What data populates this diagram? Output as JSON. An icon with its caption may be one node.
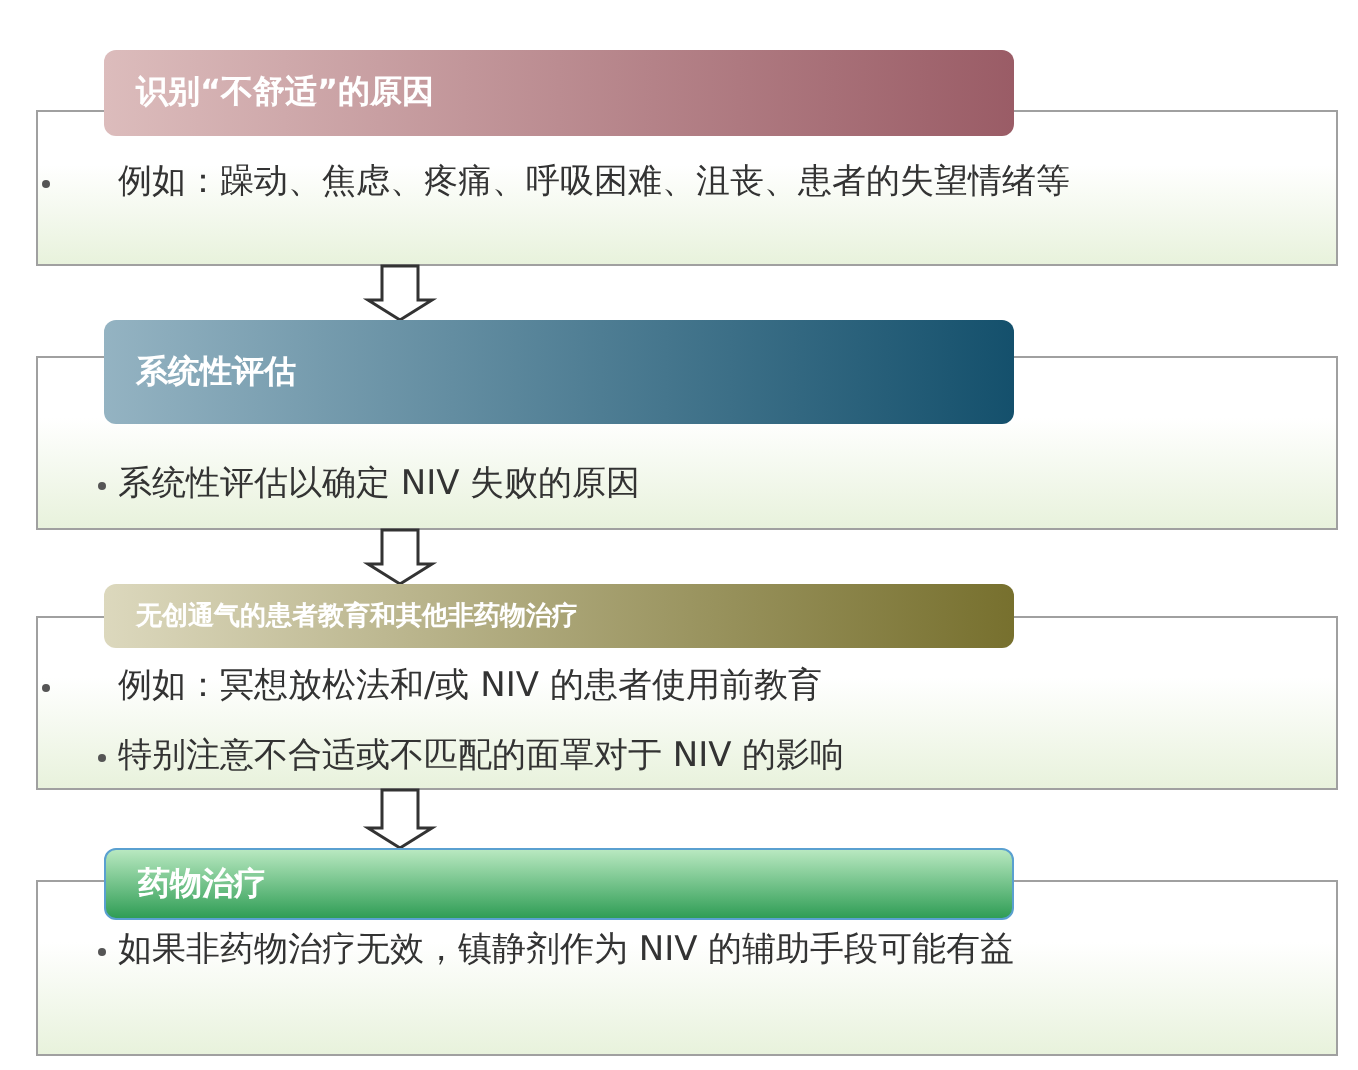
{
  "diagram": {
    "nodes": [
      {
        "text": [
          "识别“不舒适”的原因"
        ]
      },
      {
        "text": [
          "例如：躁动、焦虑、疼痛、呼吸困难、沮丧、患者的失望情绪等"
        ]
      },
      {
        "text": [
          "系统性评估"
        ]
      },
      {
        "text": [
          "系统性评估以确定 NIV 失败的原因"
        ]
      },
      {
        "text": [
          "无创通气的患者教育和其他非药物治疗"
        ]
      },
      {
        "text": [
          "例如：冥想放松法和/或 NIV 的患者使用前教育",
          "特别注意不合适或不匹配的面罩对于 NIV 的影响"
        ]
      },
      {
        "text": [
          "药物治疗"
        ]
      },
      {
        "text": [
          "如果非药物治疗无效，镇静剂作为 NIV 的辅助手段可能有益"
        ]
      }
    ],
    "edges": [
      {
        "from": 1,
        "to": 2,
        "arrow": "to"
      },
      {
        "from": 3,
        "to": 4,
        "arrow": "to"
      },
      {
        "from": 5,
        "to": 6,
        "arrow": "to"
      }
    ]
  }
}
